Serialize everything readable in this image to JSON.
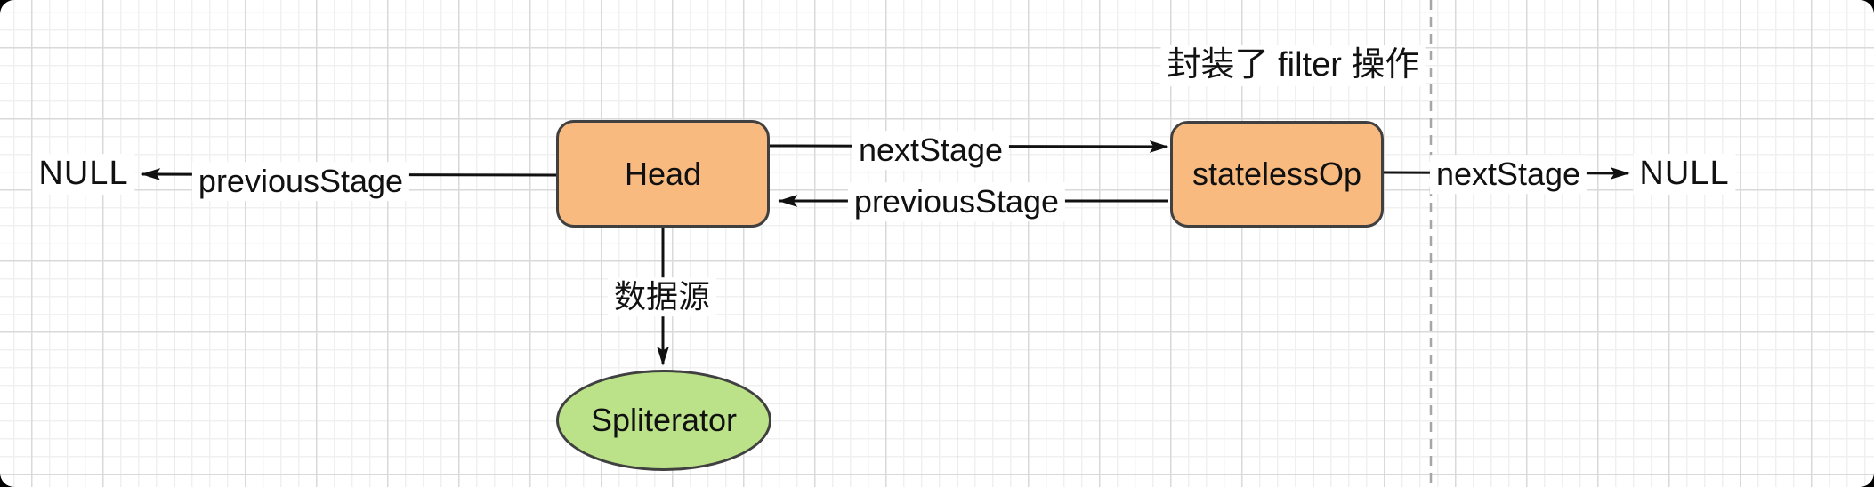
{
  "diagram": {
    "caption": "封装了 filter 操作",
    "nodes": {
      "head": {
        "label": "Head",
        "fill": "#F9BA80",
        "stroke": "#404040",
        "shape": "rounded-rect"
      },
      "stateless_op": {
        "label": "statelessOp",
        "fill": "#F9BA80",
        "stroke": "#404040",
        "shape": "rounded-rect"
      },
      "spliterator": {
        "label": "Spliterator",
        "fill": "#BBE288",
        "stroke": "#404040",
        "shape": "ellipse"
      }
    },
    "edge_labels": {
      "prev_head_to_null": "previousStage",
      "next_head_to_op": "nextStage",
      "prev_op_to_head": "previousStage",
      "next_op_to_null": "nextStage",
      "datasource": "数据源"
    },
    "terminals": {
      "null_left": "NULL",
      "null_right": "NULL"
    },
    "colors": {
      "background": "#FFFFFF",
      "grid_minor": "#F0F0F1",
      "grid_major": "#D9D9D9",
      "edge_stroke": "#111111",
      "dashed_divider": "#A6A6A6",
      "node_orange": "#F9BA80",
      "node_green": "#BBE288",
      "node_border": "#404040"
    }
  }
}
